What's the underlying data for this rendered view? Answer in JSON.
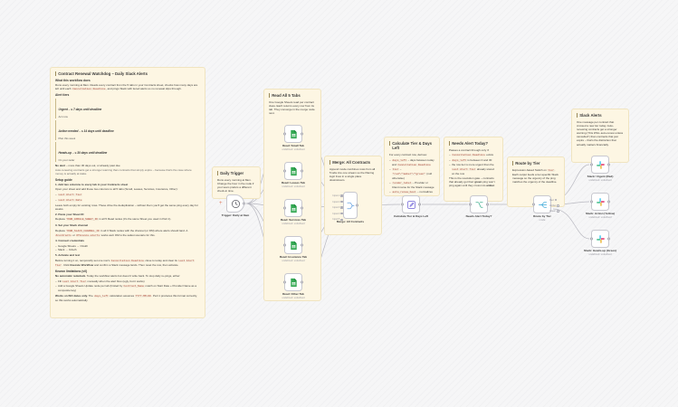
{
  "app": "n8n-workflow-canvas",
  "notes": {
    "main": {
      "title": "Contract Renewal Watchdog – Daily Slack Alerts",
      "h1": "What this workflow does",
      "p1_a": "Runs every morning at 8am. Reads every contract from the 5 tabs in your Contracts sheet, checks how many days are left until each ",
      "p1_code": "Cancellation Deadline",
      "p1_b": ", and pings Slack with tiered alerts so no renewal slips through.",
      "h2": "Alert tiers",
      "tier1": "Urgent – ≤ 7 days until deadline",
      "tier1_sub": "Act now",
      "tier2": "Action needed – ≤ 14 days until deadline",
      "tier2_sub": "Plan this week",
      "tier3": "Heads-up – ≤ 30 days until deadline",
      "tier3_sub": "On your radar",
      "noalert_b": "No alert",
      "noalert": " – more than 30 days out, or already past due",
      "p2": "Auto-renewing contracts get a stronger warning than contracts that simply expire – because that's the case where money is actually at stake.",
      "h3": "Setup guide",
      "s1_title": "1. Add two columns to every tab in your Contracts sheet",
      "s1_text": "Open your sheet and add these two columns to all 5 tabs (Small, Leases, Services, Insurance, Other):",
      "s1_item1": "Last Alert Tier",
      "s1_item2": "Last Alert Date",
      "s1_after": "Leave both empty for existing rows. These drive the deduplication – without them you'll get the same ping every day for weeks.",
      "s2_title": "2. Paste your Sheet ID",
      "s2_text_a": "Replace ",
      "s2_code": "YOUR_GOOGLE_SHEET_ID",
      "s2_text_b": " in all 5 Read nodes (it's the same Sheet you used in Part 1).",
      "s3_title": "3. Set your Slack channel",
      "s3_text_a": "Replace ",
      "s3_code": "YOUR_SLACK_CHANNEL_ID",
      "s3_text_b": " in all 3 Slack nodes with the channel (or DM) where alerts should land. A ",
      "s3_code2": "#contracts",
      "s3_text_c": " or ",
      "s3_code3": "#finance-alerts",
      "s3_text_d": " works well. DM is the safest scenario for this.",
      "s4_title": "4. Connect credentials",
      "s4_item1": "Google Sheets → OAuth",
      "s4_item2": "Slack → OAuth",
      "s5_title": "5. Activate and test",
      "s5_text_a": "Before turning it on, temporarily set one row's ",
      "s5_code": "Cancellation Deadline",
      "s5_text_b": " close to today and clear its ",
      "s5_code2": "Last Alert Tier",
      "s5_text_c": ". Click ",
      "s5_bold": "Execute Workflow",
      "s5_text_d": " and confirm a Slack message lands. Then reset the row, then activate.",
      "h4": "Known limitations (v0)",
      "l1_b": "No automatic rededuck.",
      "l1": " Today the workflow alerts but doesn't write back. To stop daily re-pings, either:",
      "l1_i1a": "Fill ",
      "l1_i1code": "Last Alert Tier",
      "l1_i1b": " manually when the alert fires (ugly, but it works)",
      "l1_i2a": "Add a Google Sheets Update node per tab (limited by ",
      "l1_i2code": "Contract_Name",
      "l1_i2b": " match on Start Date + Provider Name as a composite key)",
      "l2_b": "Works on ISO dates only.",
      "l2_a": " The ",
      "l2_code": "days_left",
      "l2_b2": " calculation assumes ",
      "l2_code2": "YYYY-MM-DD",
      "l2_c": ". Part 1 produces this format correctly, so this works automatically."
    },
    "trigger": {
      "title": "Daily Trigger",
      "body": "Runs every morning at 8am. Change the hour in the node if your team prefers a different check-in time."
    },
    "read": {
      "title": "Read All 5 Tabs",
      "body": "One Google Sheets read per contract class. Each returns every row from its tab. They converge in the merge node next."
    },
    "merge": {
      "title": "Merge: All Contracts",
      "body": "Append mode combines rows from all 5 tabs into one stream so the filtering logic lives in a single place downstream."
    },
    "calc": {
      "title": "Calculate Tier & Days Left",
      "body": "For every contract row, derives:",
      "i1a": "days_left",
      "i1b": " – days between today and ",
      "i1c": "Cancellation Deadline",
      "i2a": "tier",
      "i2b": " – ",
      "i2c": "\"red\"/\"amber\"/\"green\"",
      "i2d": " (null otherwise)",
      "i3a": "render_label",
      "i3b": " – Provider or Client name for the Slack message",
      "i4a": "auto_renew_bool",
      "i4b": " – normalizes the string ",
      "i4c": "\"true\"/\"false\"",
      "i4d": " from the sheet into a real boolean"
    },
    "alert": {
      "title": "Needs Alert Today?",
      "body": "Passes a contract through only if:",
      "i1": "Cancellation Deadline",
      "i1b": " exists",
      "i2": "days_left",
      "i2b": " is between 0 and 30",
      "i3a": "the row tier is more urgent than the ",
      "i3b": "Last Alert Tier",
      "i3c": " already stored on the row",
      "body2a": "This is the resolution gate – contracts that already got their ",
      "body2b": "green",
      "body2c": " ping won't ping again until they cross into ",
      "body2d": "amber",
      "body2e": "."
    },
    "route": {
      "title": "Route by Tier",
      "body_a": "Expression-based Switch on ",
      "body_code": "tier",
      "body_b": ". Each output feeds a tier-specific Slack message so the urgency of the ping matches the urgency of the deadline."
    },
    "slack": {
      "title": "Slack Alerts",
      "body": "One message per contract that crossed a new tier today. Auto-renewing contracts get a stronger warning (\"this WILL auto-renew unless cancelled\") than contracts that just expire – that's the distinction that actually matters financially."
    }
  },
  "nodes": {
    "trigger": {
      "label": "Trigger: Daily at 8am",
      "sub": ""
    },
    "small": {
      "label": "Read: Small Tab",
      "sub": "undefined: undefined"
    },
    "leases": {
      "label": "Read: Leases Tab",
      "sub": "undefined: undefined"
    },
    "services": {
      "label": "Read: Services Tab",
      "sub": "undefined: undefined"
    },
    "insurance": {
      "label": "Read: Insurance Tab",
      "sub": "undefined: undefined"
    },
    "other": {
      "label": "Read: Other Tab",
      "sub": "undefined: undefined"
    },
    "merge": {
      "label": "Merge: All Contracts",
      "sub": ""
    },
    "calc": {
      "label": "Calculate Tier & Days Left",
      "sub": ""
    },
    "needs": {
      "label": "Needs Alert Today?",
      "sub": ""
    },
    "route": {
      "label": "Route by Tier",
      "sub": "mode"
    },
    "slack_urgent": {
      "label": "Slack: Urgent (Red)",
      "sub": "undefined: undefined"
    },
    "slack_action": {
      "label": "Slack: Action (Yellow)",
      "sub": "undefined: undefined"
    },
    "slack_heads": {
      "label": "Slack: Heads-up (Green)",
      "sub": "undefined: undefined"
    }
  },
  "ports": {
    "merge_inputs": [
      "Input 1",
      "Input 2",
      "Input 3",
      "Input 4",
      "Input 5"
    ],
    "route_outputs": [
      "Red",
      "Amber",
      "Green"
    ]
  },
  "colors": {
    "sticky_bg": "#fdf6e3",
    "sticky_border": "#f0e4c0",
    "canvas_bg": "#f6f6f7",
    "node_border": "#c8c8cf",
    "wire": "#b8b8c0",
    "accent_code": "#b04a3a",
    "link": "#3f6bd6",
    "sheets_green": "#34a853",
    "plus": "#e07a5f"
  }
}
